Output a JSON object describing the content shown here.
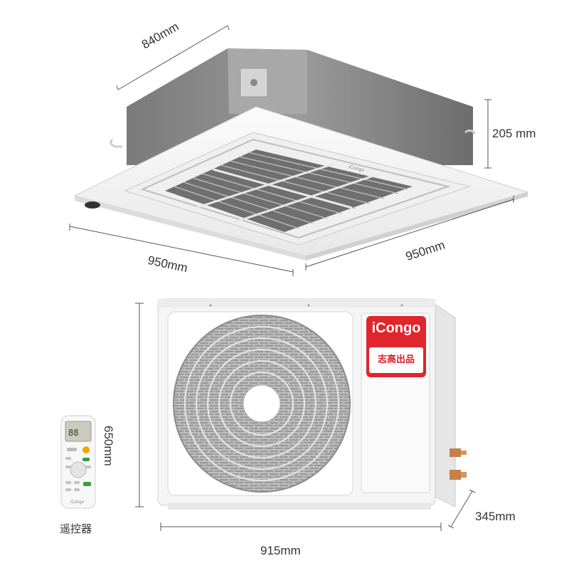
{
  "indoor_unit": {
    "dim_depth": "840mm",
    "dim_height": "205 mm",
    "dim_width_left": "950mm",
    "dim_width_right": "950mm",
    "panel_brand": "iCongo"
  },
  "outdoor_unit": {
    "dim_height": "650mm",
    "dim_width": "915mm",
    "dim_depth": "345mm",
    "brand": "iCongo",
    "tagline": "志高出品"
  },
  "remote": {
    "caption": "遥控器",
    "brand": "iCongo",
    "display": "88"
  },
  "colors": {
    "brand_red": "#e0262c",
    "body_gray": "#8c8c8c",
    "panel_white": "#f4f4f4",
    "copper": "#c8804a"
  }
}
